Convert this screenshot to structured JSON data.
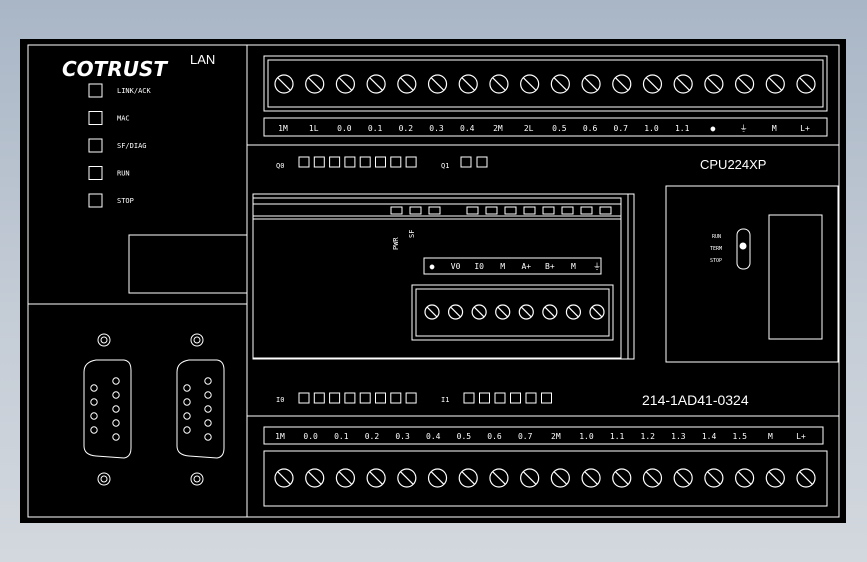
{
  "brand": "COTRUST",
  "lan_label": "LAN",
  "model": "CPU224XP",
  "part_number": "214-1AD41-0324",
  "status_leds": [
    "LINK/ACK",
    "MAC",
    "SF/DIAG",
    "RUN",
    "STOP"
  ],
  "output_label": "Q0",
  "output_label_2": "Q1",
  "input_label": "I0",
  "input_label_2": "I1",
  "pwr_label": "PWR",
  "sf_label": "SF",
  "switch_labels": [
    "RUN",
    "TERM",
    "STOP"
  ],
  "top_terminals": [
    "1M",
    "1L",
    "0.0",
    "0.1",
    "0.2",
    "0.3",
    "0.4",
    "2M",
    "2L",
    "0.5",
    "0.6",
    "0.7",
    "1.0",
    "1.1",
    "●",
    "⏚",
    "M",
    "L+"
  ],
  "bottom_terminals": [
    "1M",
    "0.0",
    "0.1",
    "0.2",
    "0.3",
    "0.4",
    "0.5",
    "0.6",
    "0.7",
    "2M",
    "1.0",
    "1.1",
    "1.2",
    "1.3",
    "1.4",
    "1.5",
    "M",
    "L+"
  ],
  "analog_terminals": [
    "●",
    "V0",
    "I0",
    "M",
    "A+",
    "B+",
    "M",
    "⏚"
  ],
  "colors": {
    "panel": "#000000",
    "line": "#ffffff",
    "backdrop": "#b4bfcc"
  }
}
